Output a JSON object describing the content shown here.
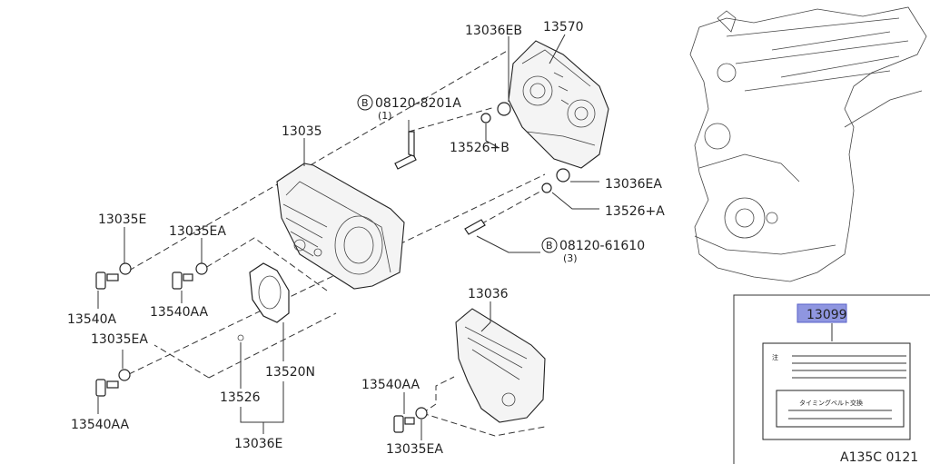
{
  "labels": {
    "p13035": "13035",
    "p13035E": "13035E",
    "p13035EA_top": "13035EA",
    "p13035EA_mid": "13035EA",
    "p13035EA_bot": "13035EA",
    "p13540A": "13540A",
    "p13540AA_mid": "13540AA",
    "p13540AA_left": "13540AA",
    "p13540AA_bot": "13540AA",
    "p13520N": "13520N",
    "p13526": "13526",
    "p13036E": "13036E",
    "p13036": "13036",
    "p13036EB": "13036EB",
    "p13570": "13570",
    "p13526B": "13526+B",
    "p13036EA": "13036EA",
    "p13526A": "13526+A",
    "bolt_top": "08120-8201A",
    "bolt_top_qty": "(1)",
    "bolt_right": "08120-61610",
    "bolt_right_qty": "(3)",
    "bolt_symbol": "B",
    "p13099": "13099"
  },
  "label_card": {
    "note_mark": "注",
    "caption": "タイミングベルト交換"
  },
  "footer": {
    "code": "A135C 0121"
  }
}
